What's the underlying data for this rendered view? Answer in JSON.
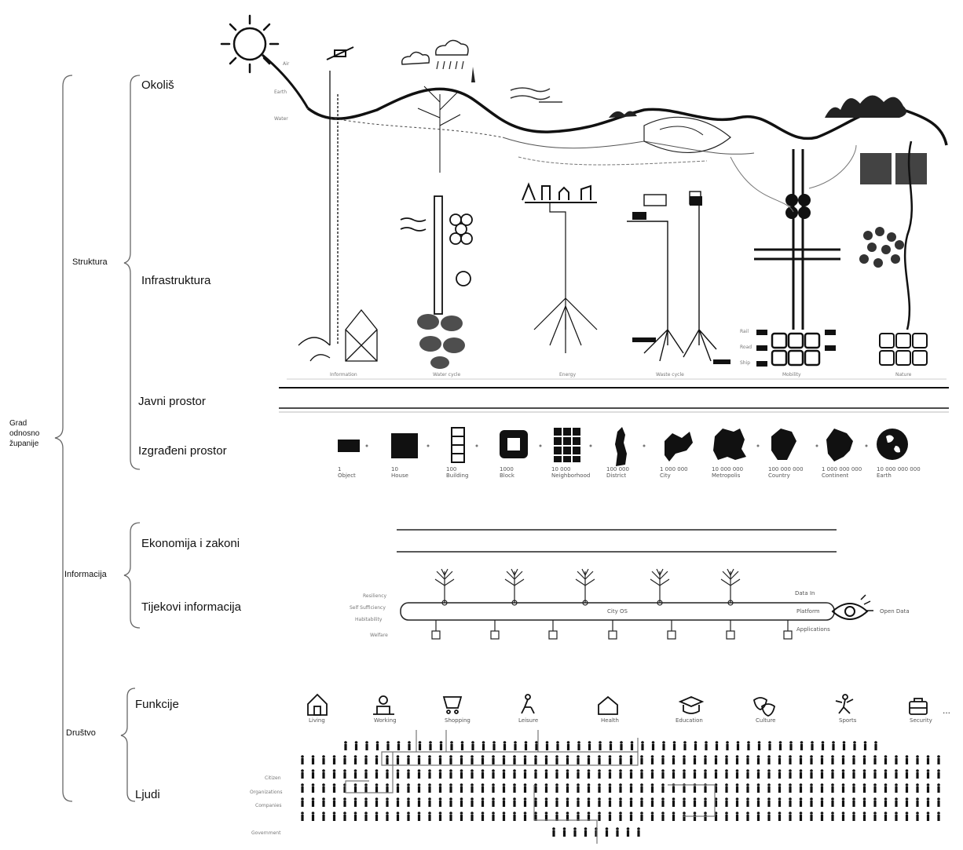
{
  "labels": {
    "grad_line1": "Grad",
    "grad_line2": "odnosno",
    "grad_line3": "županije",
    "struktura": "Struktura",
    "informacija": "Informacija",
    "drustvo": "Društvo",
    "okolis": "Okoliš",
    "infrastruktura": "Infrastruktura",
    "javni_prostor": "Javni prostor",
    "izgradeni_prostor": "Izgrađeni prostor",
    "ekonomija": "Ekonomija i zakoni",
    "tijekovi": "Tijekovi informacija",
    "funkcije": "Funkcije",
    "ljudi": "Ljudi"
  },
  "landscape": {
    "air": "Air",
    "earth": "Earth",
    "water": "Water"
  },
  "infrastructure_systems": [
    "Information",
    "Water cycle",
    "Energy",
    "Waste cycle",
    "Mobility",
    "Nature"
  ],
  "mobility_modes": [
    "Rail",
    "Road",
    "Ship"
  ],
  "scales": [
    {
      "num": "1",
      "name": "Object"
    },
    {
      "num": "10",
      "name": "House"
    },
    {
      "num": "100",
      "name": "Building"
    },
    {
      "num": "1000",
      "name": "Block"
    },
    {
      "num": "10 000",
      "name": "Neighborhood"
    },
    {
      "num": "100 000",
      "name": "District"
    },
    {
      "num": "1 000 000",
      "name": "City"
    },
    {
      "num": "10 000 000",
      "name": "Metropolis"
    },
    {
      "num": "100 000 000",
      "name": "Country"
    },
    {
      "num": "1 000 000 000",
      "name": "Continent"
    },
    {
      "num": "10 000 000 000",
      "name": "Earth"
    }
  ],
  "info_flows": {
    "left": [
      "Resiliency",
      "Self Sufficiency",
      "Habitability",
      "Welfare"
    ],
    "center": "City OS",
    "data_in": "Data In",
    "platform": "Platform",
    "applications": "Applications",
    "open_data": "Open Data"
  },
  "functions": [
    "Living",
    "Working",
    "Shopping",
    "Leisure",
    "Health",
    "Education",
    "Culture",
    "Sports",
    "Security"
  ],
  "more": "...",
  "people_groups": [
    "Citizen",
    "Organizations",
    "Companies",
    "Government"
  ]
}
